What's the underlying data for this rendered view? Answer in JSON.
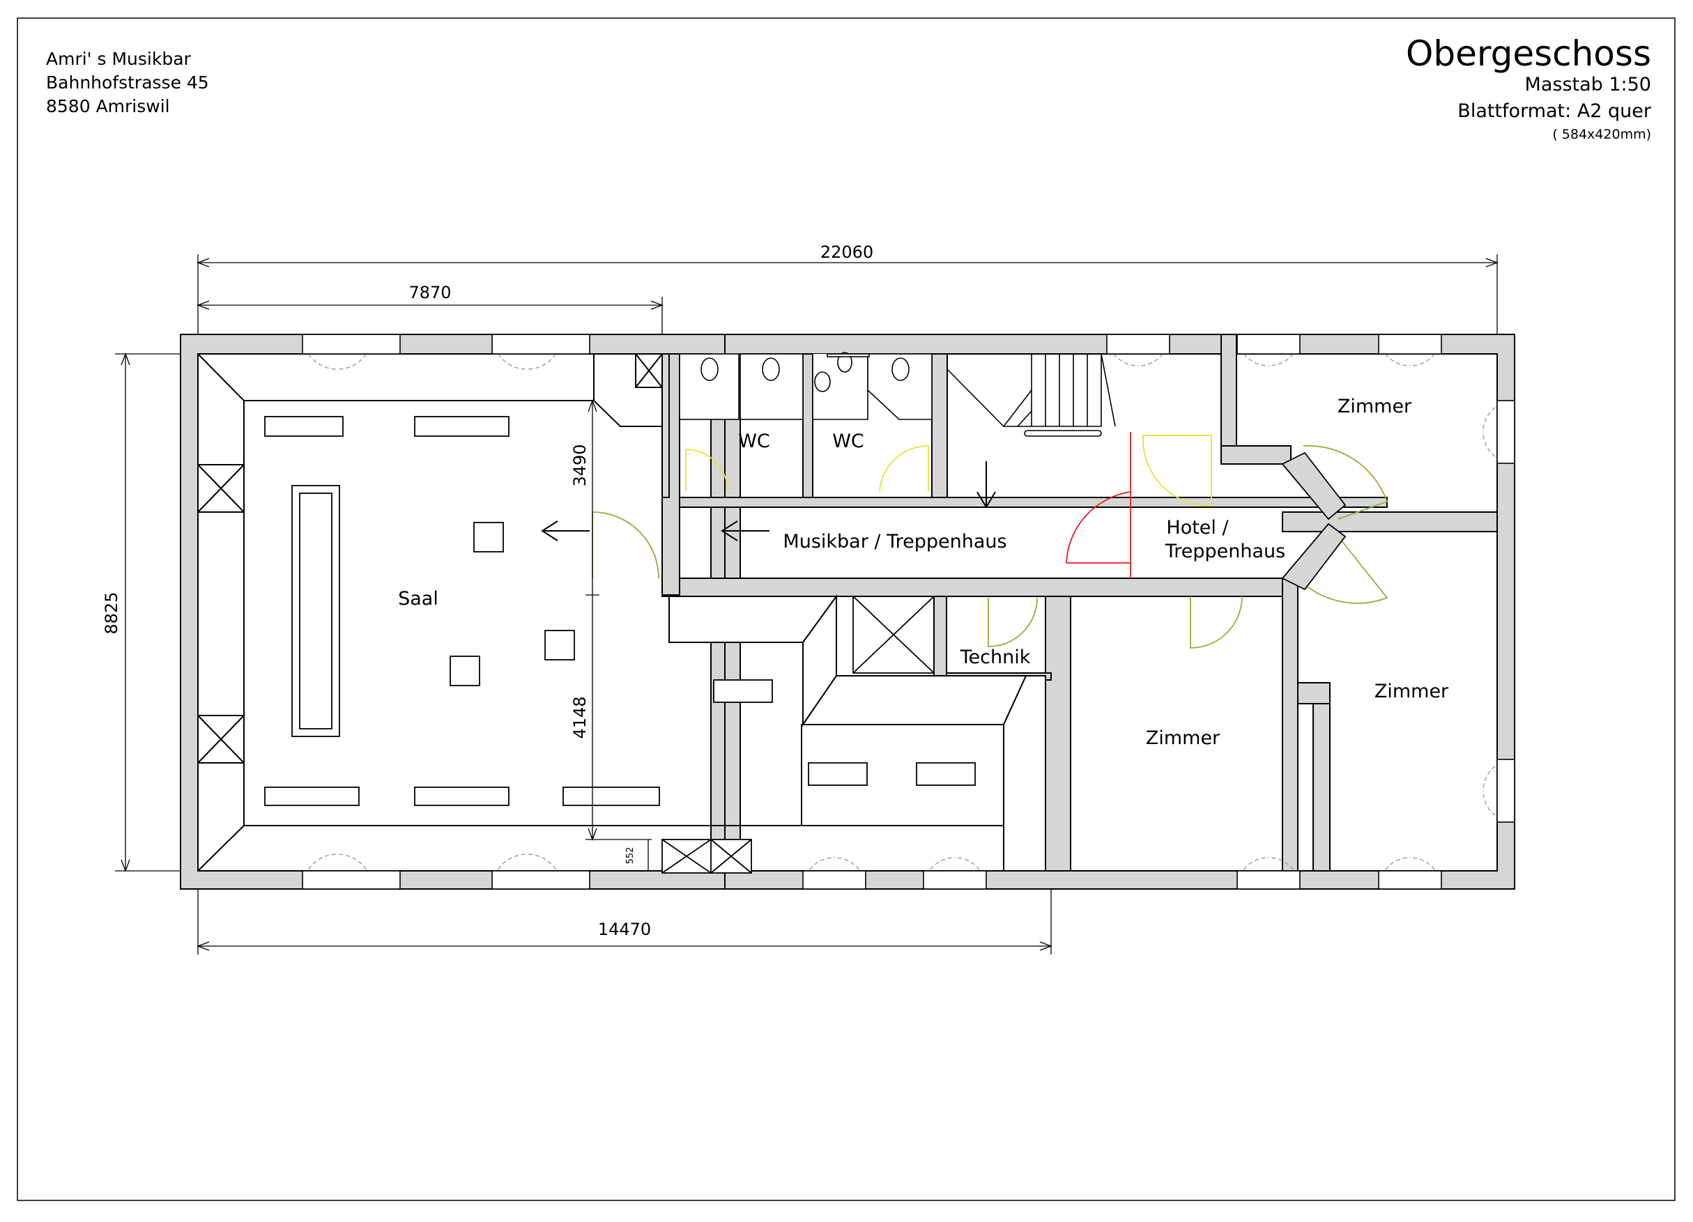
{
  "header": {
    "address": [
      "Amri' s Musikbar",
      "Bahnhofstrasse 45",
      "8580 Amriswil"
    ],
    "title": "Obergeschoss",
    "scale": "Masstab 1:50",
    "format": "Blattformat: A2 quer",
    "format_size": "( 584x420mm)"
  },
  "dimensions": {
    "overall_width": "22060",
    "saal_width": "7870",
    "lower_width": "14470",
    "height": "8825",
    "saal_upper": "3490",
    "saal_lower": "4148",
    "small": "552"
  },
  "rooms": {
    "saal": "Saal",
    "wc1": "WC",
    "wc2": "WC",
    "corridor": "Musikbar / Treppenhaus",
    "hotel_1": "Hotel /",
    "hotel_2": "Treppenhaus",
    "technik": "Technik",
    "zimmer_top": "Zimmer",
    "zimmer_mid": "Zimmer",
    "zimmer_right": "Zimmer"
  },
  "colors": {
    "wall_fill": "#d6d6d6",
    "line": "#000000",
    "door_swing": "#9a9a9a",
    "door_green": "#8fb03a",
    "door_yellow": "#e5e03a",
    "door_red": "#e02020"
  }
}
